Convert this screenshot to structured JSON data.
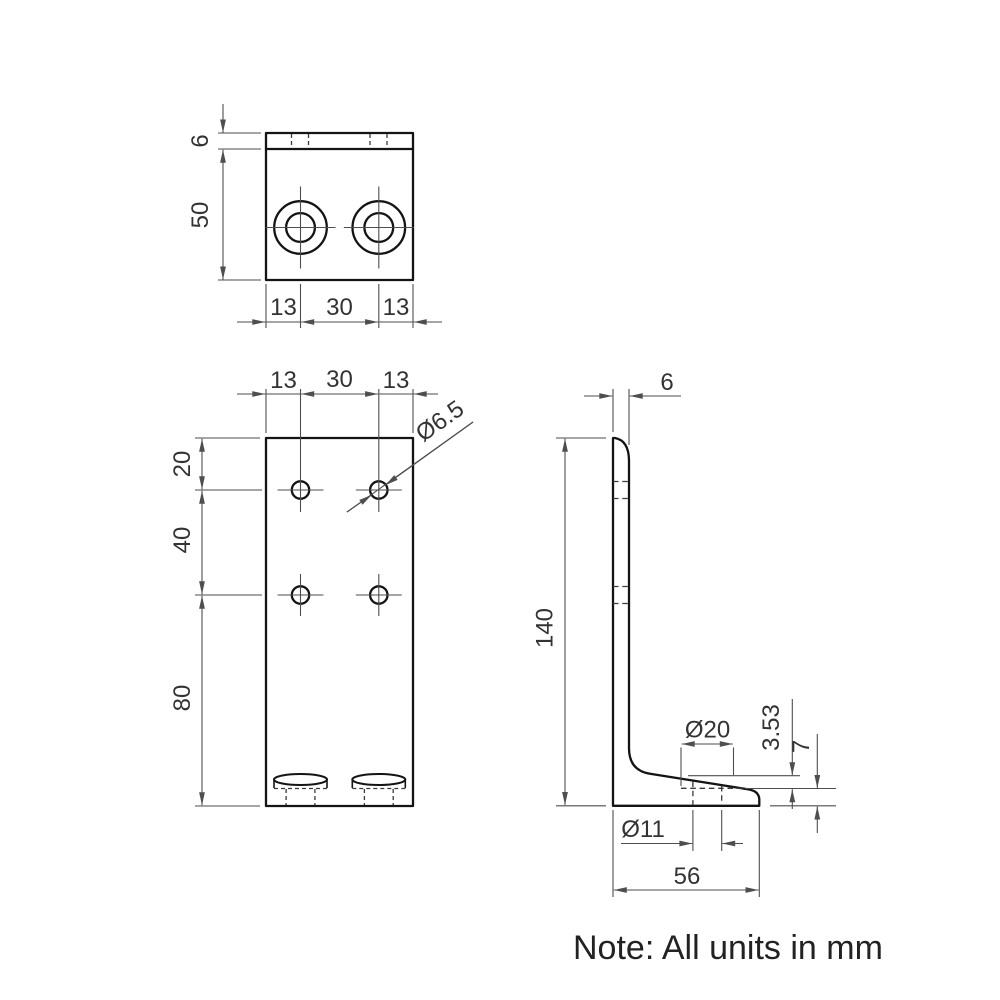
{
  "note": "Note: All units in mm",
  "top_view": {
    "thickness": "6",
    "body_depth": "50",
    "edge_to_hole_left": "13",
    "hole_spacing": "30",
    "edge_to_hole_right": "13"
  },
  "front_view": {
    "edge_to_hole_left": "13",
    "hole_spacing": "30",
    "edge_to_hole_right": "13",
    "top_to_row1": "20",
    "row1_to_row2": "40",
    "row2_to_bottom": "80",
    "hole_diameter": "Ø6.5"
  },
  "side_view": {
    "thickness": "6",
    "height": "140",
    "counterbore_diameter": "Ø20",
    "counterbore_step": "3.53",
    "flange_end_height": "7",
    "hole_diameter": "Ø11",
    "flange_depth": "56"
  },
  "colors": {
    "outline": "#141414",
    "dimension": "#4e4e4e",
    "text": "#333333",
    "background": "#ffffff"
  }
}
